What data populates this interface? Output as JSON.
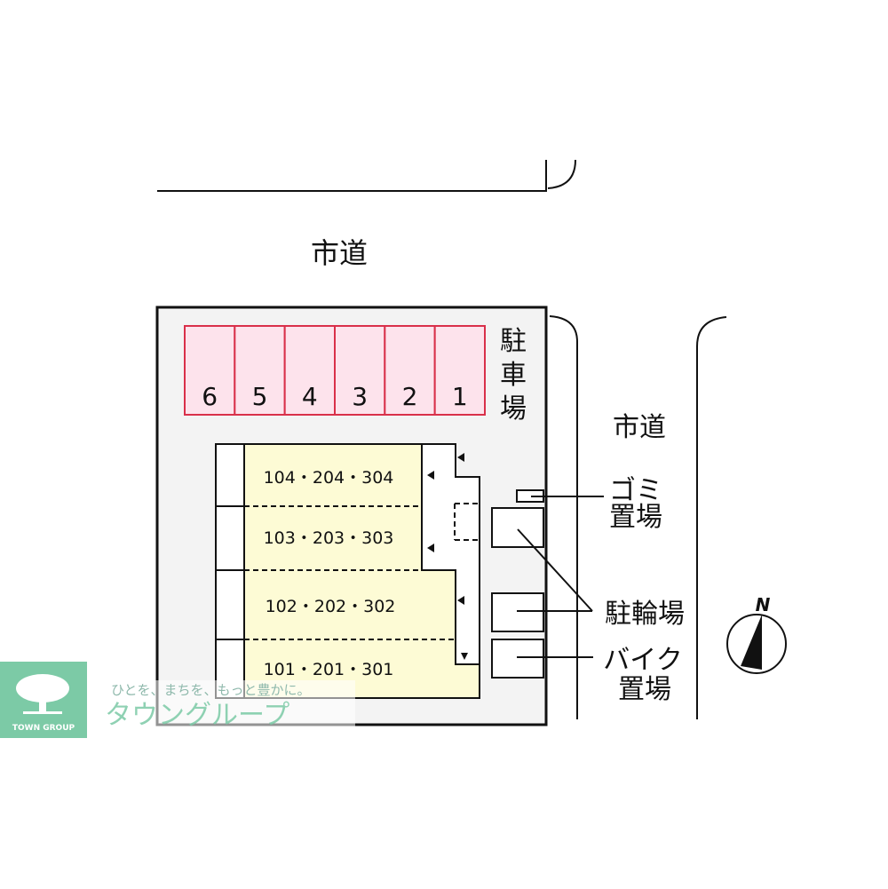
{
  "roads": {
    "top_label": "市道",
    "right_label": "市道"
  },
  "parking": {
    "label_chars": [
      "駐",
      "車",
      "場"
    ],
    "slots": [
      "6",
      "5",
      "4",
      "3",
      "2",
      "1"
    ],
    "fill": "#fde3ec",
    "stroke": "#d9304a"
  },
  "units": [
    "104・204・304",
    "103・203・303",
    "102・202・302",
    "101・201・301"
  ],
  "unit_fill": "#fdfbd5",
  "site_fill": "#f3f3f3",
  "facilities": {
    "garbage": [
      "ゴミ",
      "置場"
    ],
    "bicycle": "駐輪場",
    "motorbike": [
      "バイク",
      "置場"
    ]
  },
  "compass": {
    "label": "N"
  },
  "watermark": {
    "logo_text": "TOWN GROUP",
    "slogan": "ひとを、まちを、もっと豊かに。",
    "brand": "タウングループ",
    "color": "#7ccaa6"
  }
}
